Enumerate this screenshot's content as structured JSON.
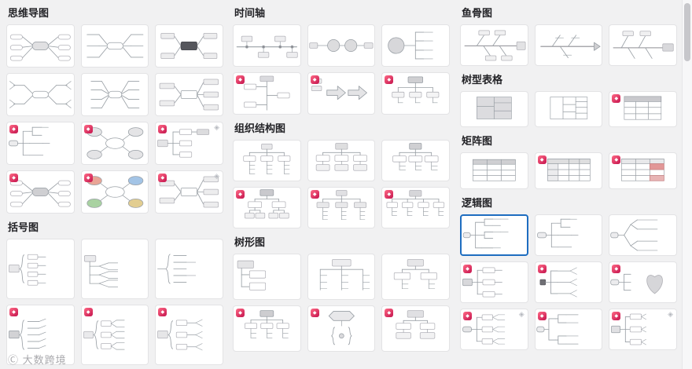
{
  "app": {
    "watermark": "Ⓒ 大数跨境"
  },
  "colors": {
    "selected_border": "#1e6dc0",
    "badge_from": "#ff6a86",
    "badge_to": "#c4134d",
    "corner_icon_color": "#b7bac0",
    "page_background": "#f1f1f2"
  },
  "icons": {
    "premium_badge_glyph": "◆",
    "corner_glyph": "◈"
  },
  "sections": [
    {
      "id": "mindmap",
      "title": "思维导图",
      "col": "left",
      "items": [
        {
          "preview": "m-fat",
          "badge": false,
          "corner": false,
          "selected": false
        },
        {
          "preview": "m-line",
          "badge": false,
          "corner": false,
          "selected": false
        },
        {
          "preview": "m-box",
          "badge": false,
          "corner": false,
          "selected": false
        },
        {
          "preview": "m-underline",
          "badge": false,
          "corner": false,
          "selected": false
        },
        {
          "preview": "m-line2",
          "badge": false,
          "corner": false,
          "selected": false
        },
        {
          "preview": "m-box2",
          "badge": false,
          "corner": false,
          "selected": false
        },
        {
          "preview": "m-tree",
          "badge": true,
          "corner": false,
          "selected": false
        },
        {
          "preview": "ell-gray",
          "badge": true,
          "corner": false,
          "selected": false
        },
        {
          "preview": "m-box3",
          "badge": true,
          "corner": true,
          "selected": false
        },
        {
          "preview": "m-fat2",
          "badge": true,
          "corner": false,
          "selected": false
        },
        {
          "preview": "ell-color",
          "badge": true,
          "corner": false,
          "selected": false
        },
        {
          "preview": "m-box4",
          "badge": true,
          "corner": true,
          "selected": false
        }
      ]
    },
    {
      "id": "bracket",
      "title": "括号图",
      "col": "left",
      "items": [
        {
          "preview": "br-box",
          "badge": false,
          "corner": false,
          "selected": false
        },
        {
          "preview": "br-tree",
          "badge": false,
          "corner": false,
          "selected": false
        },
        {
          "preview": "br-line",
          "badge": false,
          "corner": false,
          "selected": false
        },
        {
          "preview": "br-line2",
          "badge": true,
          "corner": false,
          "selected": false
        },
        {
          "preview": "br-box2",
          "badge": true,
          "corner": false,
          "selected": false
        },
        {
          "preview": "br-mix",
          "badge": true,
          "corner": false,
          "selected": false
        }
      ]
    },
    {
      "id": "timeline",
      "title": "时间轴",
      "col": "middle",
      "items": [
        {
          "preview": "tl-h",
          "badge": false,
          "corner": false,
          "selected": false
        },
        {
          "preview": "tl-circles",
          "badge": false,
          "corner": false,
          "selected": false
        },
        {
          "preview": "tl-bigcircle",
          "badge": false,
          "corner": false,
          "selected": false
        },
        {
          "preview": "tl-vert",
          "badge": true,
          "corner": false,
          "selected": false
        },
        {
          "preview": "tl-arrows",
          "badge": true,
          "corner": false,
          "selected": false
        },
        {
          "preview": "tl-T",
          "badge": true,
          "corner": false,
          "selected": false
        }
      ]
    },
    {
      "id": "org",
      "title": "组织结构图",
      "col": "middle",
      "items": [
        {
          "preview": "org-a",
          "badge": false,
          "corner": false,
          "selected": false
        },
        {
          "preview": "org-b",
          "badge": false,
          "corner": false,
          "selected": false
        },
        {
          "preview": "org-c",
          "badge": false,
          "corner": false,
          "selected": false
        },
        {
          "preview": "org-d",
          "badge": true,
          "corner": false,
          "selected": false
        },
        {
          "preview": "org-e",
          "badge": true,
          "corner": false,
          "selected": false
        },
        {
          "preview": "org-f",
          "badge": true,
          "corner": false,
          "selected": false
        }
      ]
    },
    {
      "id": "tree",
      "title": "树形图",
      "col": "middle",
      "items": [
        {
          "preview": "tr-boxes",
          "badge": false,
          "corner": false,
          "selected": false
        },
        {
          "preview": "tr-T",
          "badge": false,
          "corner": false,
          "selected": false
        },
        {
          "preview": "tr-two",
          "badge": false,
          "corner": false,
          "selected": false
        },
        {
          "preview": "tr-down",
          "badge": true,
          "corner": false,
          "selected": false
        },
        {
          "preview": "tr-hex",
          "badge": true,
          "corner": false,
          "selected": false
        },
        {
          "preview": "tr-boxes2",
          "badge": true,
          "corner": false,
          "selected": false
        }
      ]
    },
    {
      "id": "fishbone",
      "title": "鱼骨图",
      "col": "right",
      "items": [
        {
          "preview": "fb-a",
          "badge": false,
          "corner": false,
          "selected": false
        },
        {
          "preview": "fb-b",
          "badge": false,
          "corner": false,
          "selected": false
        },
        {
          "preview": "fb-c",
          "badge": false,
          "corner": false,
          "selected": false
        }
      ]
    },
    {
      "id": "treetable",
      "title": "树型表格",
      "col": "right",
      "items": [
        {
          "preview": "tt-a",
          "badge": false,
          "corner": false,
          "selected": false
        },
        {
          "preview": "tt-b",
          "badge": false,
          "corner": false,
          "selected": false
        },
        {
          "preview": "tt-c",
          "badge": true,
          "corner": false,
          "selected": false
        }
      ]
    },
    {
      "id": "matrix",
      "title": "矩阵图",
      "col": "right",
      "items": [
        {
          "preview": "mx-a",
          "badge": false,
          "corner": false,
          "selected": false
        },
        {
          "preview": "mx-b",
          "badge": true,
          "corner": false,
          "selected": false
        },
        {
          "preview": "mx-c",
          "badge": true,
          "corner": false,
          "selected": false
        }
      ]
    },
    {
      "id": "logic",
      "title": "逻辑图",
      "col": "right",
      "items": [
        {
          "preview": "lg-a",
          "badge": false,
          "corner": false,
          "selected": true
        },
        {
          "preview": "lg-b",
          "badge": false,
          "corner": false,
          "selected": false
        },
        {
          "preview": "lg-c",
          "badge": false,
          "corner": false,
          "selected": false
        },
        {
          "preview": "lg-boxes",
          "badge": true,
          "corner": false,
          "selected": false
        },
        {
          "preview": "lg-dot",
          "badge": true,
          "corner": false,
          "selected": false
        },
        {
          "preview": "lg-heart",
          "badge": true,
          "corner": false,
          "selected": false
        },
        {
          "preview": "lg-d",
          "badge": true,
          "corner": true,
          "selected": false
        },
        {
          "preview": "lg-binary",
          "badge": true,
          "corner": false,
          "selected": false
        },
        {
          "preview": "lg-boxes2",
          "badge": true,
          "corner": true,
          "selected": false
        }
      ]
    }
  ]
}
